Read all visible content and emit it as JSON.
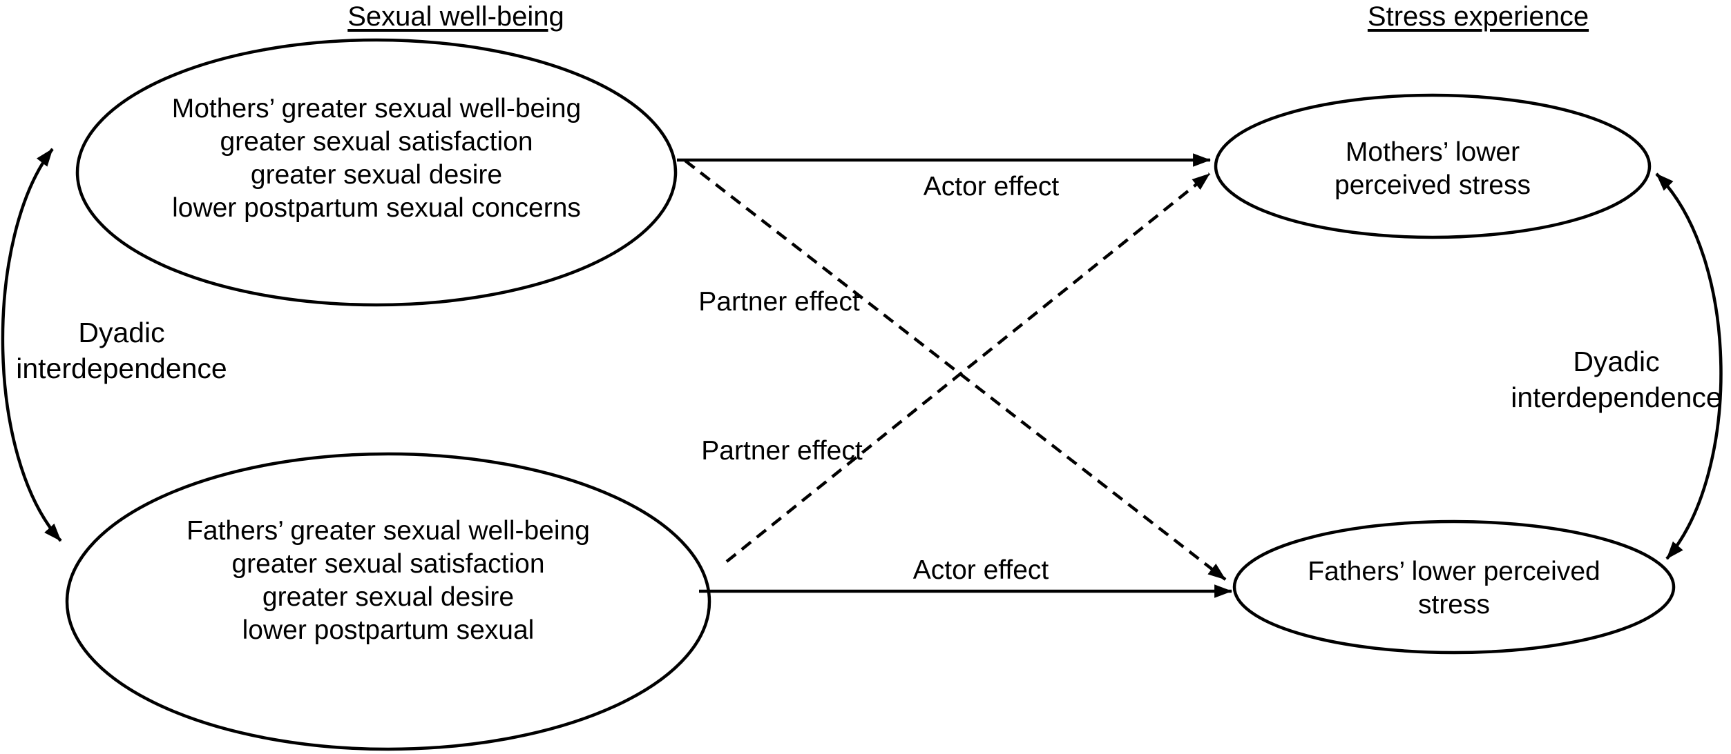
{
  "figure": {
    "headers": {
      "left": "Sexual well-being",
      "right": "Stress experience"
    },
    "nodes": {
      "mothers_sexual_wellbeing": {
        "lines": [
          "Mothers’ greater sexual well-being",
          "greater sexual satisfaction",
          "greater sexual desire",
          "lower postpartum sexual concerns"
        ]
      },
      "fathers_sexual_wellbeing": {
        "lines": [
          "Fathers’ greater sexual well-being",
          "greater sexual satisfaction",
          "greater sexual desire",
          "lower postpartum sexual"
        ]
      },
      "mothers_stress": {
        "lines": [
          "Mothers’ lower",
          "perceived stress"
        ]
      },
      "fathers_stress": {
        "lines": [
          "Fathers’ lower perceived",
          "stress"
        ]
      }
    },
    "labels": {
      "actor_effect_top": "Actor effect",
      "actor_effect_bottom": "Actor effect",
      "partner_effect_upper": "Partner effect",
      "partner_effect_lower": "Partner effect",
      "dyadic_left": {
        "lines": [
          "Dyadic",
          "interdependence"
        ]
      },
      "dyadic_right": {
        "lines": [
          "Dyadic",
          "interdependence"
        ]
      }
    },
    "colors": {
      "ink": "#000000",
      "background": "#ffffff"
    }
  }
}
